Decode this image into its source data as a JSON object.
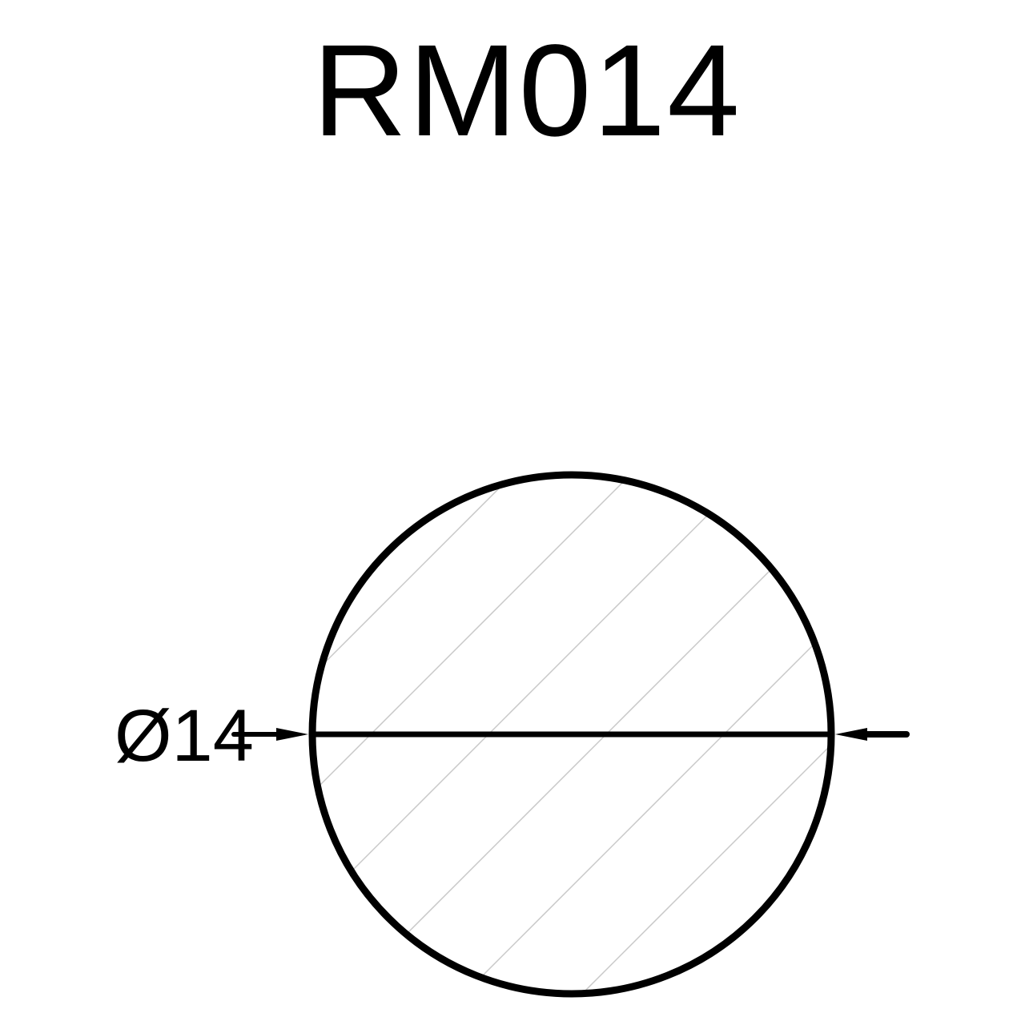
{
  "drawing": {
    "title": "RM014",
    "part_shape": "round-bar-cross-section",
    "dimension": {
      "label": "Ø14",
      "type": "diameter"
    },
    "colors": {
      "outline": "#000000",
      "hatch": "#c8c8c8",
      "background": "#ffffff"
    }
  }
}
